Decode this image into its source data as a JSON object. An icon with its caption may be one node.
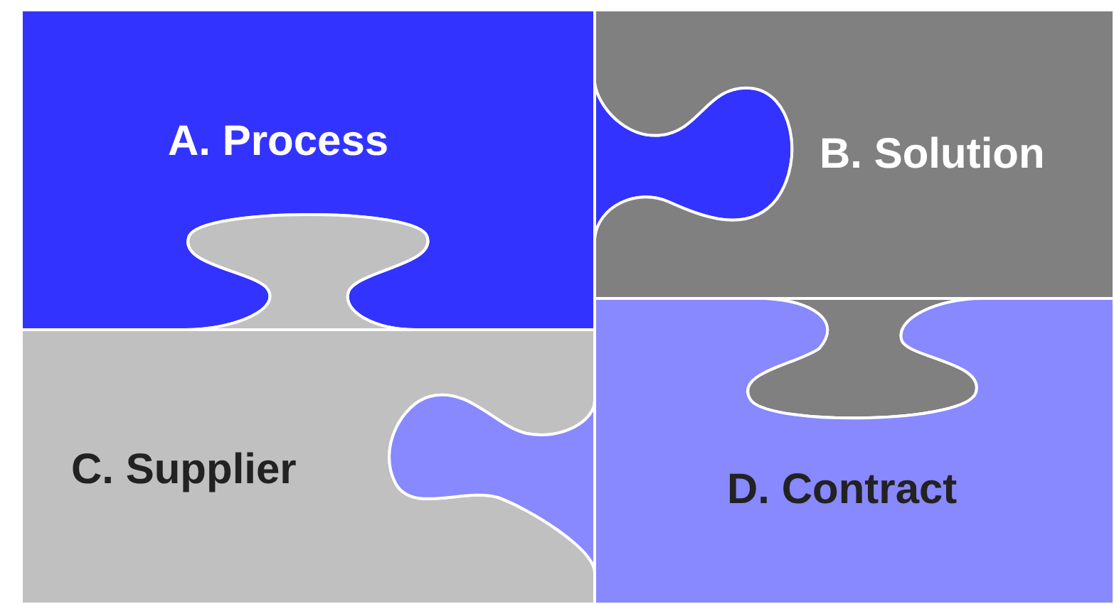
{
  "diagram": {
    "nodes": [
      {
        "text": [
          "A. Process"
        ]
      },
      {
        "text": [
          "B. Solution"
        ]
      },
      {
        "text": [
          "C. Supplier"
        ]
      },
      {
        "text": [
          "D. Contract"
        ]
      }
    ]
  }
}
